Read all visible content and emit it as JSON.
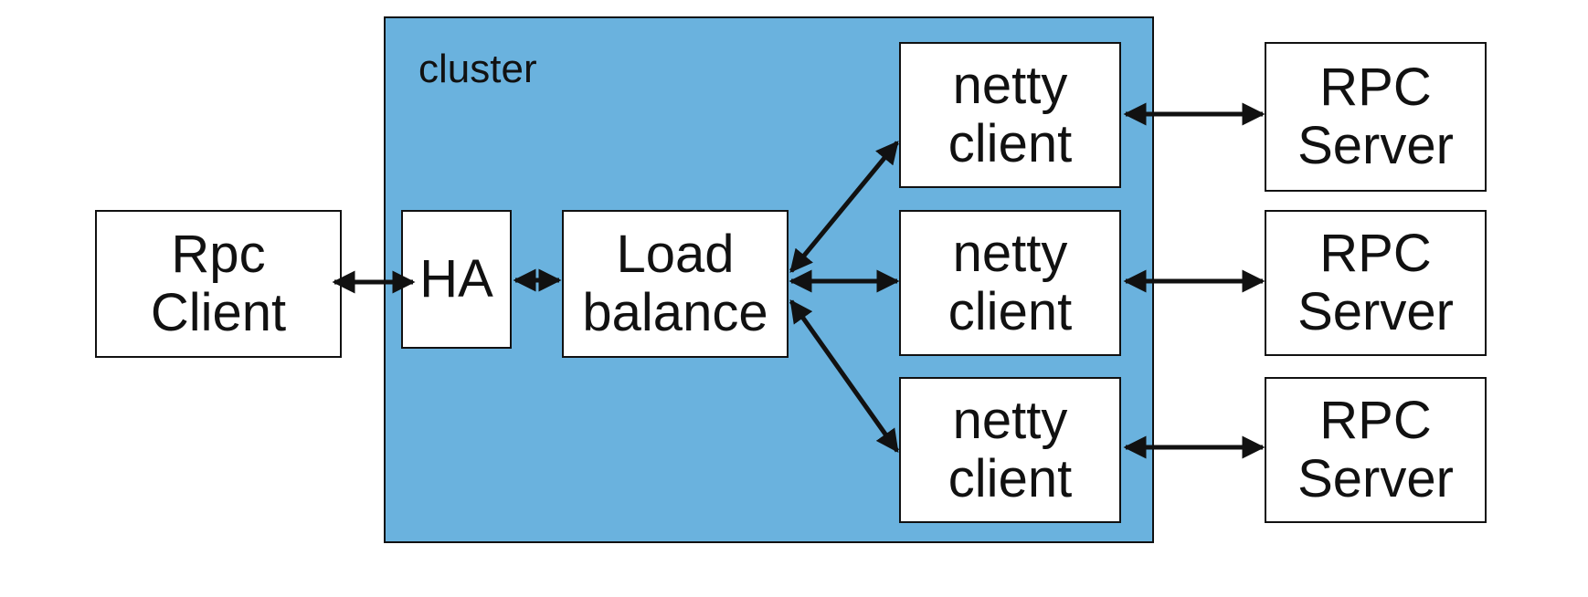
{
  "cluster": {
    "label": "cluster",
    "fill": "#6ab2de"
  },
  "nodes": {
    "rpc_client": {
      "line1": "Rpc",
      "line2": "Client"
    },
    "ha": {
      "label": "HA"
    },
    "load_balance": {
      "line1": "Load",
      "line2": "balance"
    },
    "netty_clients": [
      {
        "line1": "netty",
        "line2": "client"
      },
      {
        "line1": "netty",
        "line2": "client"
      },
      {
        "line1": "netty",
        "line2": "client"
      }
    ],
    "rpc_servers": [
      {
        "line1": "RPC",
        "line2": "Server"
      },
      {
        "line1": "RPC",
        "line2": "Server"
      },
      {
        "line1": "RPC",
        "line2": "Server"
      }
    ]
  },
  "edges": [
    {
      "from": "rpc_client",
      "to": "ha",
      "direction": "both"
    },
    {
      "from": "ha",
      "to": "load_balance",
      "direction": "both"
    },
    {
      "from": "load_balance",
      "to": "netty_client_1",
      "direction": "both"
    },
    {
      "from": "load_balance",
      "to": "netty_client_2",
      "direction": "both"
    },
    {
      "from": "load_balance",
      "to": "netty_client_3",
      "direction": "both"
    },
    {
      "from": "netty_client_1",
      "to": "rpc_server_1",
      "direction": "both"
    },
    {
      "from": "netty_client_2",
      "to": "rpc_server_2",
      "direction": "both"
    },
    {
      "from": "netty_client_3",
      "to": "rpc_server_3",
      "direction": "both"
    }
  ]
}
